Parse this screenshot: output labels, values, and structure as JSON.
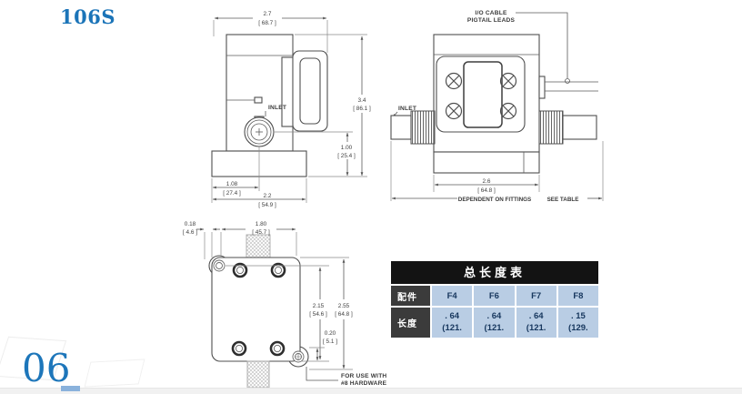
{
  "page": {
    "model": "106S",
    "number": "06"
  },
  "colors": {
    "accent_blue": "#1b74b8",
    "underline_blue": "#8ab2dc",
    "table_title_bg": "#131313",
    "table_header_bg": "#3b3b3b",
    "table_cell_bg": "#b9cde4",
    "table_text": "#17375e"
  },
  "side_view": {
    "inlet_label": "INLET",
    "dims": {
      "width_top": {
        "in": "2.7",
        "mm": "[ 68.7 ]"
      },
      "height_right": {
        "in": "3.4",
        "mm": "[ 86.1 ]"
      },
      "inlet_height": {
        "in": "1.00",
        "mm": "[ 25.4 ]"
      },
      "inlet_offset": {
        "in": "1.08",
        "mm": "[ 27.4 ]"
      },
      "base_width": {
        "in": "2.2",
        "mm": "[ 54.9 ]"
      }
    }
  },
  "front_view": {
    "io_label1": "I/O CABLE",
    "io_label2": "PIGTAIL LEADS",
    "inlet_label": "INLET",
    "dims": {
      "body_width": {
        "in": "2.6",
        "mm": "[ 64.8 ]"
      }
    },
    "fitting_note": "DEPENDENT ON FITTINGS",
    "see_table": "SEE TABLE"
  },
  "mounting_view": {
    "dims": {
      "edge_offset": {
        "in": "0.18",
        "mm": "[ 4.6 ]"
      },
      "width": {
        "in": "1.80",
        "mm": "[ 45.7 ]"
      },
      "hole_height": {
        "in": "2.15",
        "mm": "[ 54.6 ]"
      },
      "overall_height": {
        "in": "2.55",
        "mm": "[ 64.8 ]"
      },
      "tab_offset": {
        "in": "0.20",
        "mm": "[ 5.1 ]"
      }
    },
    "note1": "FOR USE WITH",
    "note2": "#8 HARDWARE"
  },
  "length_table": {
    "title": "总长度表",
    "fitting_header": "配件",
    "length_header": "长度",
    "columns": [
      "F4",
      "F6",
      "F7",
      "F8"
    ],
    "values": [
      {
        "line1": ". 64",
        "line2": "(121."
      },
      {
        "line1": ". 64",
        "line2": "(121."
      },
      {
        "line1": ". 64",
        "line2": "(121."
      },
      {
        "line1": ". 15",
        "line2": "(129."
      }
    ]
  }
}
